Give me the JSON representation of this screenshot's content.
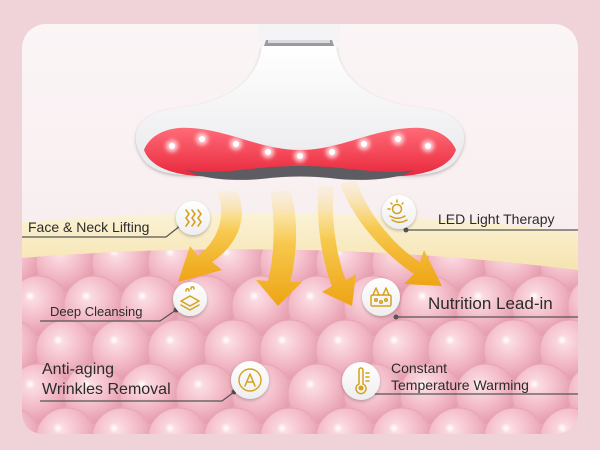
{
  "features": {
    "face_neck_lifting": "Face & Neck Lifting",
    "led_light_therapy": "LED Light Therapy",
    "deep_cleansing": "Deep Cleansing",
    "nutrition_lead_in": "Nutrition Lead-in",
    "anti_aging": [
      "Anti-aging",
      "Wrinkles Removal"
    ],
    "temperature_warming": [
      "Constant",
      "Temperature Warming"
    ]
  },
  "icons": [
    "wave-lines-icon",
    "sun-light-icon",
    "cleansing-layers-icon",
    "nutrition-bottle-icon",
    "vitamin-a-icon",
    "thermometer-icon"
  ],
  "colors": {
    "background_pink": "#f1d6dc",
    "device_white": "#ffffff",
    "red_light": "#f0384a",
    "arrow_gold": "#f0b31a",
    "skin_band": "#f8ecc6",
    "label_line": "#555555"
  }
}
